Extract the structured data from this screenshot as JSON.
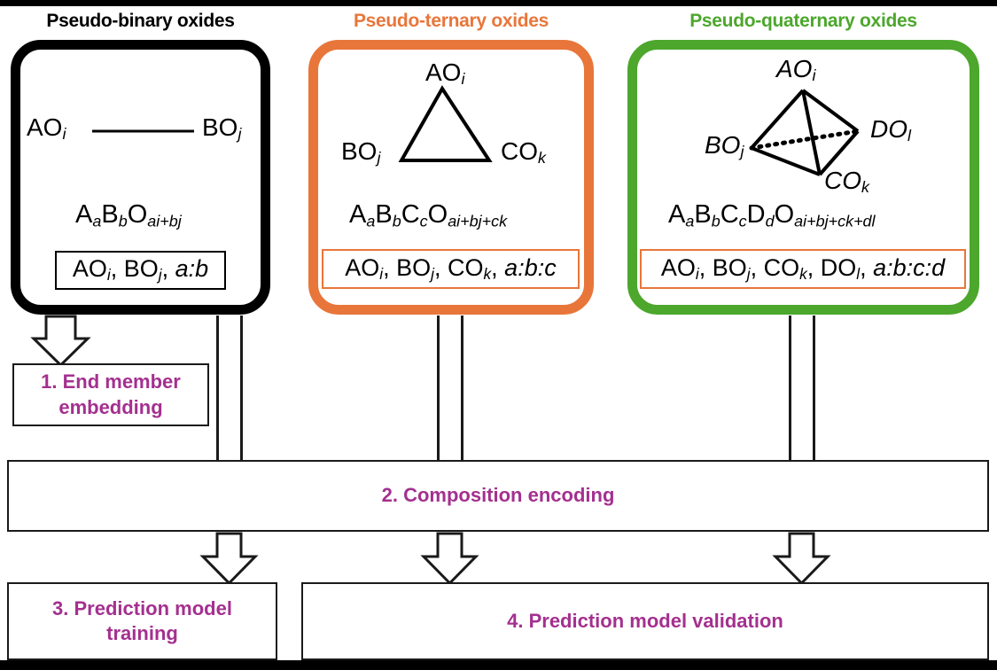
{
  "figure": {
    "kind": "workflow-diagram",
    "colors": {
      "binary": "#000000",
      "ternary": "#E8763A",
      "quaternary": "#4CA72C",
      "step_text": "#A4308F",
      "outline": "#1A1A1A",
      "background": "#FFFFFF"
    }
  },
  "panels": [
    {
      "id": "pseudo-binary",
      "title": "Pseudo-binary oxides",
      "accent": "#000000",
      "geometry": "line",
      "vertices": [
        {
          "label": "AO",
          "sub": "i"
        },
        {
          "label": "BO",
          "sub": "j"
        }
      ],
      "formula_parts": [
        {
          "t": "A",
          "sub": "a"
        },
        {
          "t": "B",
          "sub": "b"
        },
        {
          "t": "O",
          "sub": "ai+bj"
        }
      ],
      "descriptor": "AOᵢ, BOⱼ, a:b"
    },
    {
      "id": "pseudo-ternary",
      "title": "Pseudo-ternary oxides",
      "accent": "#E8763A",
      "geometry": "triangle",
      "vertices": [
        {
          "label": "AO",
          "sub": "i"
        },
        {
          "label": "BO",
          "sub": "j"
        },
        {
          "label": "CO",
          "sub": "k"
        }
      ],
      "formula_parts": [
        {
          "t": "A",
          "sub": "a"
        },
        {
          "t": "B",
          "sub": "b"
        },
        {
          "t": "C",
          "sub": "c"
        },
        {
          "t": "O",
          "sub": "ai+bj+ck"
        }
      ],
      "descriptor": "AOᵢ, BOⱼ, COₖ, a:b:c"
    },
    {
      "id": "pseudo-quaternary",
      "title": "Pseudo-quaternary oxides",
      "accent": "#4CA72C",
      "geometry": "tetrahedron",
      "vertices": [
        {
          "label": "AO",
          "sub": "i"
        },
        {
          "label": "BO",
          "sub": "j"
        },
        {
          "label": "CO",
          "sub": "k"
        },
        {
          "label": "DO",
          "sub": "l"
        }
      ],
      "formula_parts": [
        {
          "t": "A",
          "sub": "a"
        },
        {
          "t": "B",
          "sub": "b"
        },
        {
          "t": "C",
          "sub": "c"
        },
        {
          "t": "D",
          "sub": "d"
        },
        {
          "t": "O",
          "sub": "ai+bj+ck+dl"
        }
      ],
      "descriptor": "AOᵢ, BOⱼ, COₖ, DOₗ, a:b:c:d"
    }
  ],
  "steps": [
    {
      "id": "step-1",
      "number": "1.",
      "label": "1. End member\nembedding"
    },
    {
      "id": "step-2",
      "number": "2.",
      "label": "2. Composition encoding"
    },
    {
      "id": "step-3",
      "number": "3.",
      "label": "3. Prediction model\ntraining"
    },
    {
      "id": "step-4",
      "number": "4.",
      "label": "4. Prediction model validation"
    }
  ],
  "flows": [
    {
      "from": "pseudo-binary",
      "to": "step-1",
      "arrow": "block-down"
    },
    {
      "from": "pseudo-binary",
      "to": "step-2",
      "arrow": "line"
    },
    {
      "from": "pseudo-ternary",
      "to": "step-2",
      "arrow": "line"
    },
    {
      "from": "pseudo-quaternary",
      "to": "step-2",
      "arrow": "line"
    },
    {
      "from": "step-2",
      "to": "step-3",
      "arrow": "block-down"
    },
    {
      "from": "step-2",
      "to": "step-4",
      "arrow": "block-down"
    },
    {
      "from": "step-2",
      "to": "step-4",
      "arrow": "block-down"
    }
  ]
}
